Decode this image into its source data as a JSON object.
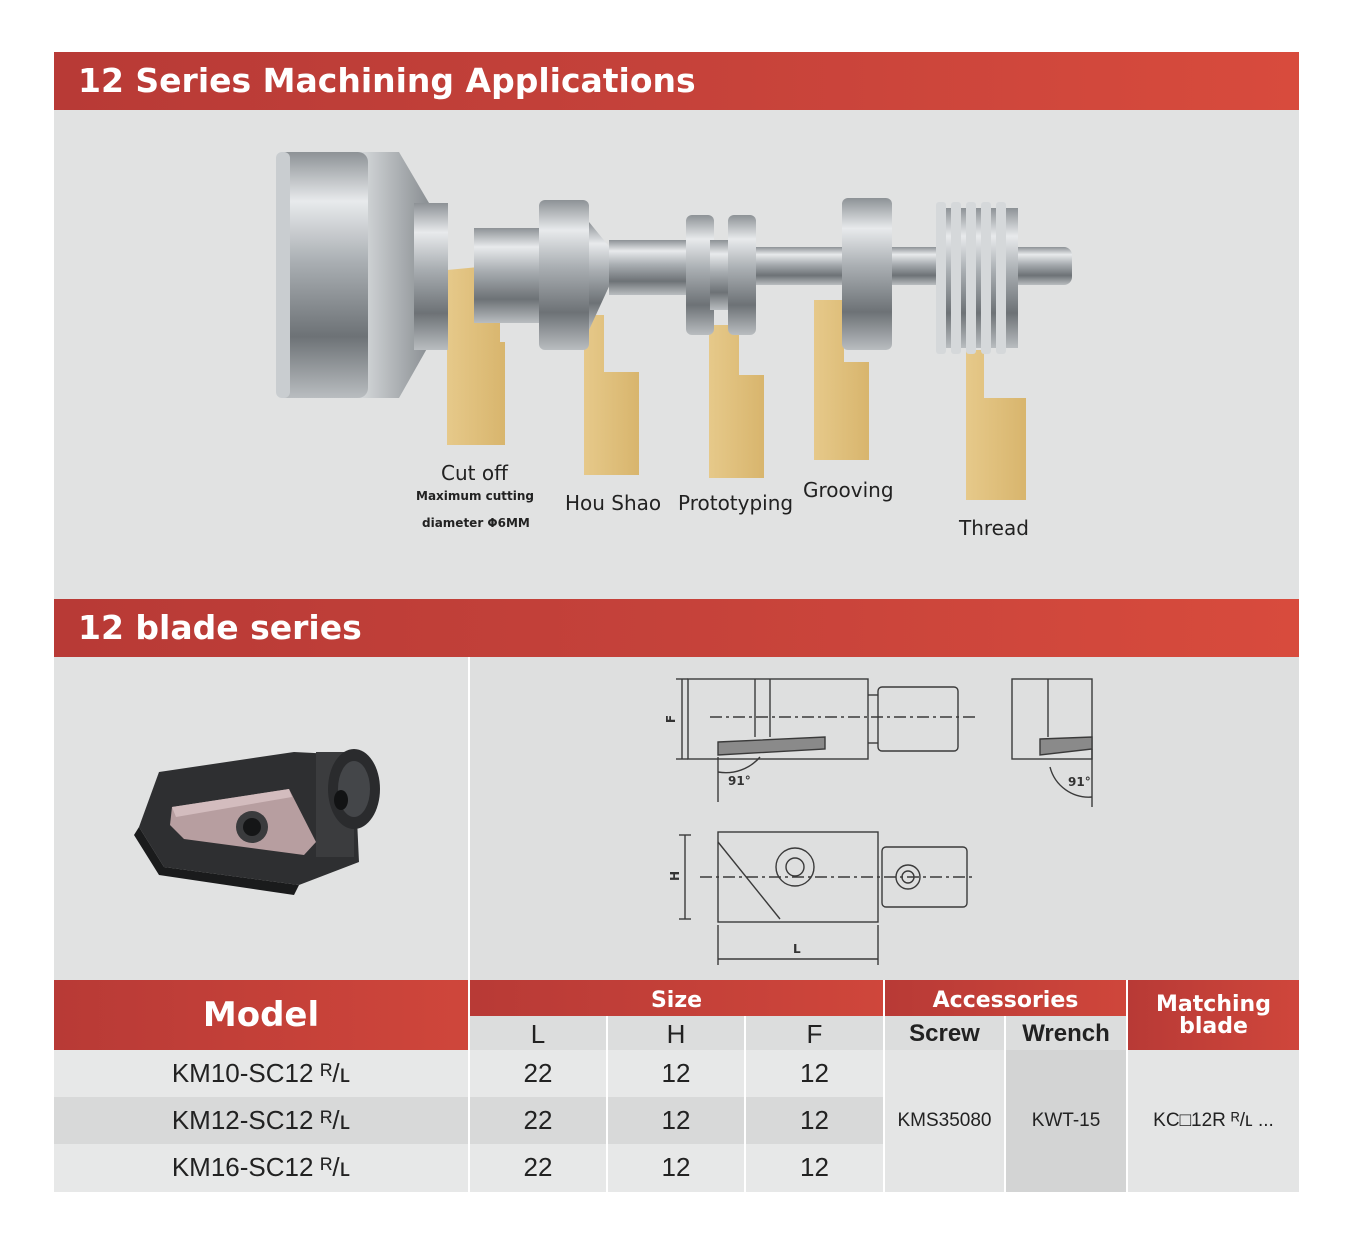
{
  "sections": {
    "applications_title": "12 Series Machining Applications",
    "blade_title": "12 blade series"
  },
  "applications": {
    "cut_off": "Cut off",
    "cut_off_sub1": "Maximum cutting",
    "cut_off_sub2": "diameter Φ6MM",
    "hou_shao": "Hou Shao",
    "prototyping": "Prototyping",
    "grooving": "Grooving",
    "thread": "Thread"
  },
  "drawing": {
    "angle_top": "91°",
    "angle_right": "91°",
    "dim_f": "F",
    "dim_h": "H",
    "dim_l": "L"
  },
  "table": {
    "headers": {
      "model": "Model",
      "size": "Size",
      "accessories": "Accessories",
      "matching_blade": "Matching blade",
      "l": "L",
      "h": "H",
      "f": "F",
      "screw": "Screw",
      "wrench": "Wrench"
    },
    "rows": [
      {
        "model": "KM10-SC12 ᴿ/ʟ",
        "l": "22",
        "h": "12",
        "f": "12"
      },
      {
        "model": "KM12-SC12 ᴿ/ʟ",
        "l": "22",
        "h": "12",
        "f": "12"
      },
      {
        "model": "KM16-SC12 ᴿ/ʟ",
        "l": "22",
        "h": "12",
        "f": "12"
      }
    ],
    "screw": "KMS35080",
    "wrench": "KWT-15",
    "blade": "KC□12R ᴿ/ʟ ..."
  },
  "colors": {
    "band_start": "#b83a36",
    "band_end": "#d84b3d",
    "insert_gold": "#e1bf7a",
    "panel_gray": "#e1e2e2"
  }
}
